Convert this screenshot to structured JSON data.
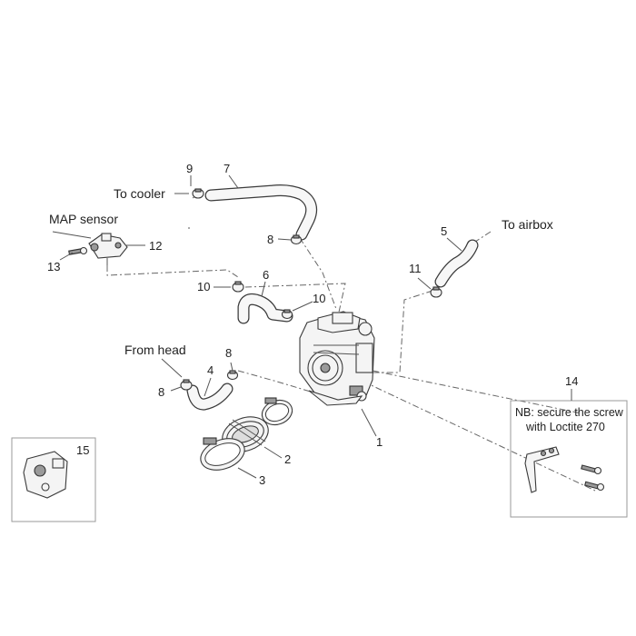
{
  "labels": {
    "to_cooler": "To cooler",
    "map_sensor": "MAP sensor",
    "to_airbox": "To airbox",
    "from_head": "From head",
    "note_line1": "NB: secure the screw",
    "note_line2": "with Loctite 270"
  },
  "callouts": {
    "n1": "1",
    "n2": "2",
    "n3": "3",
    "n4": "4",
    "n5": "5",
    "n6": "6",
    "n7": "7",
    "n8a": "8",
    "n8b": "8",
    "n8c": "8",
    "n9": "9",
    "n10a": "10",
    "n10b": "10",
    "n11": "11",
    "n12": "12",
    "n13": "13",
    "n14": "14",
    "n15": "15"
  }
}
